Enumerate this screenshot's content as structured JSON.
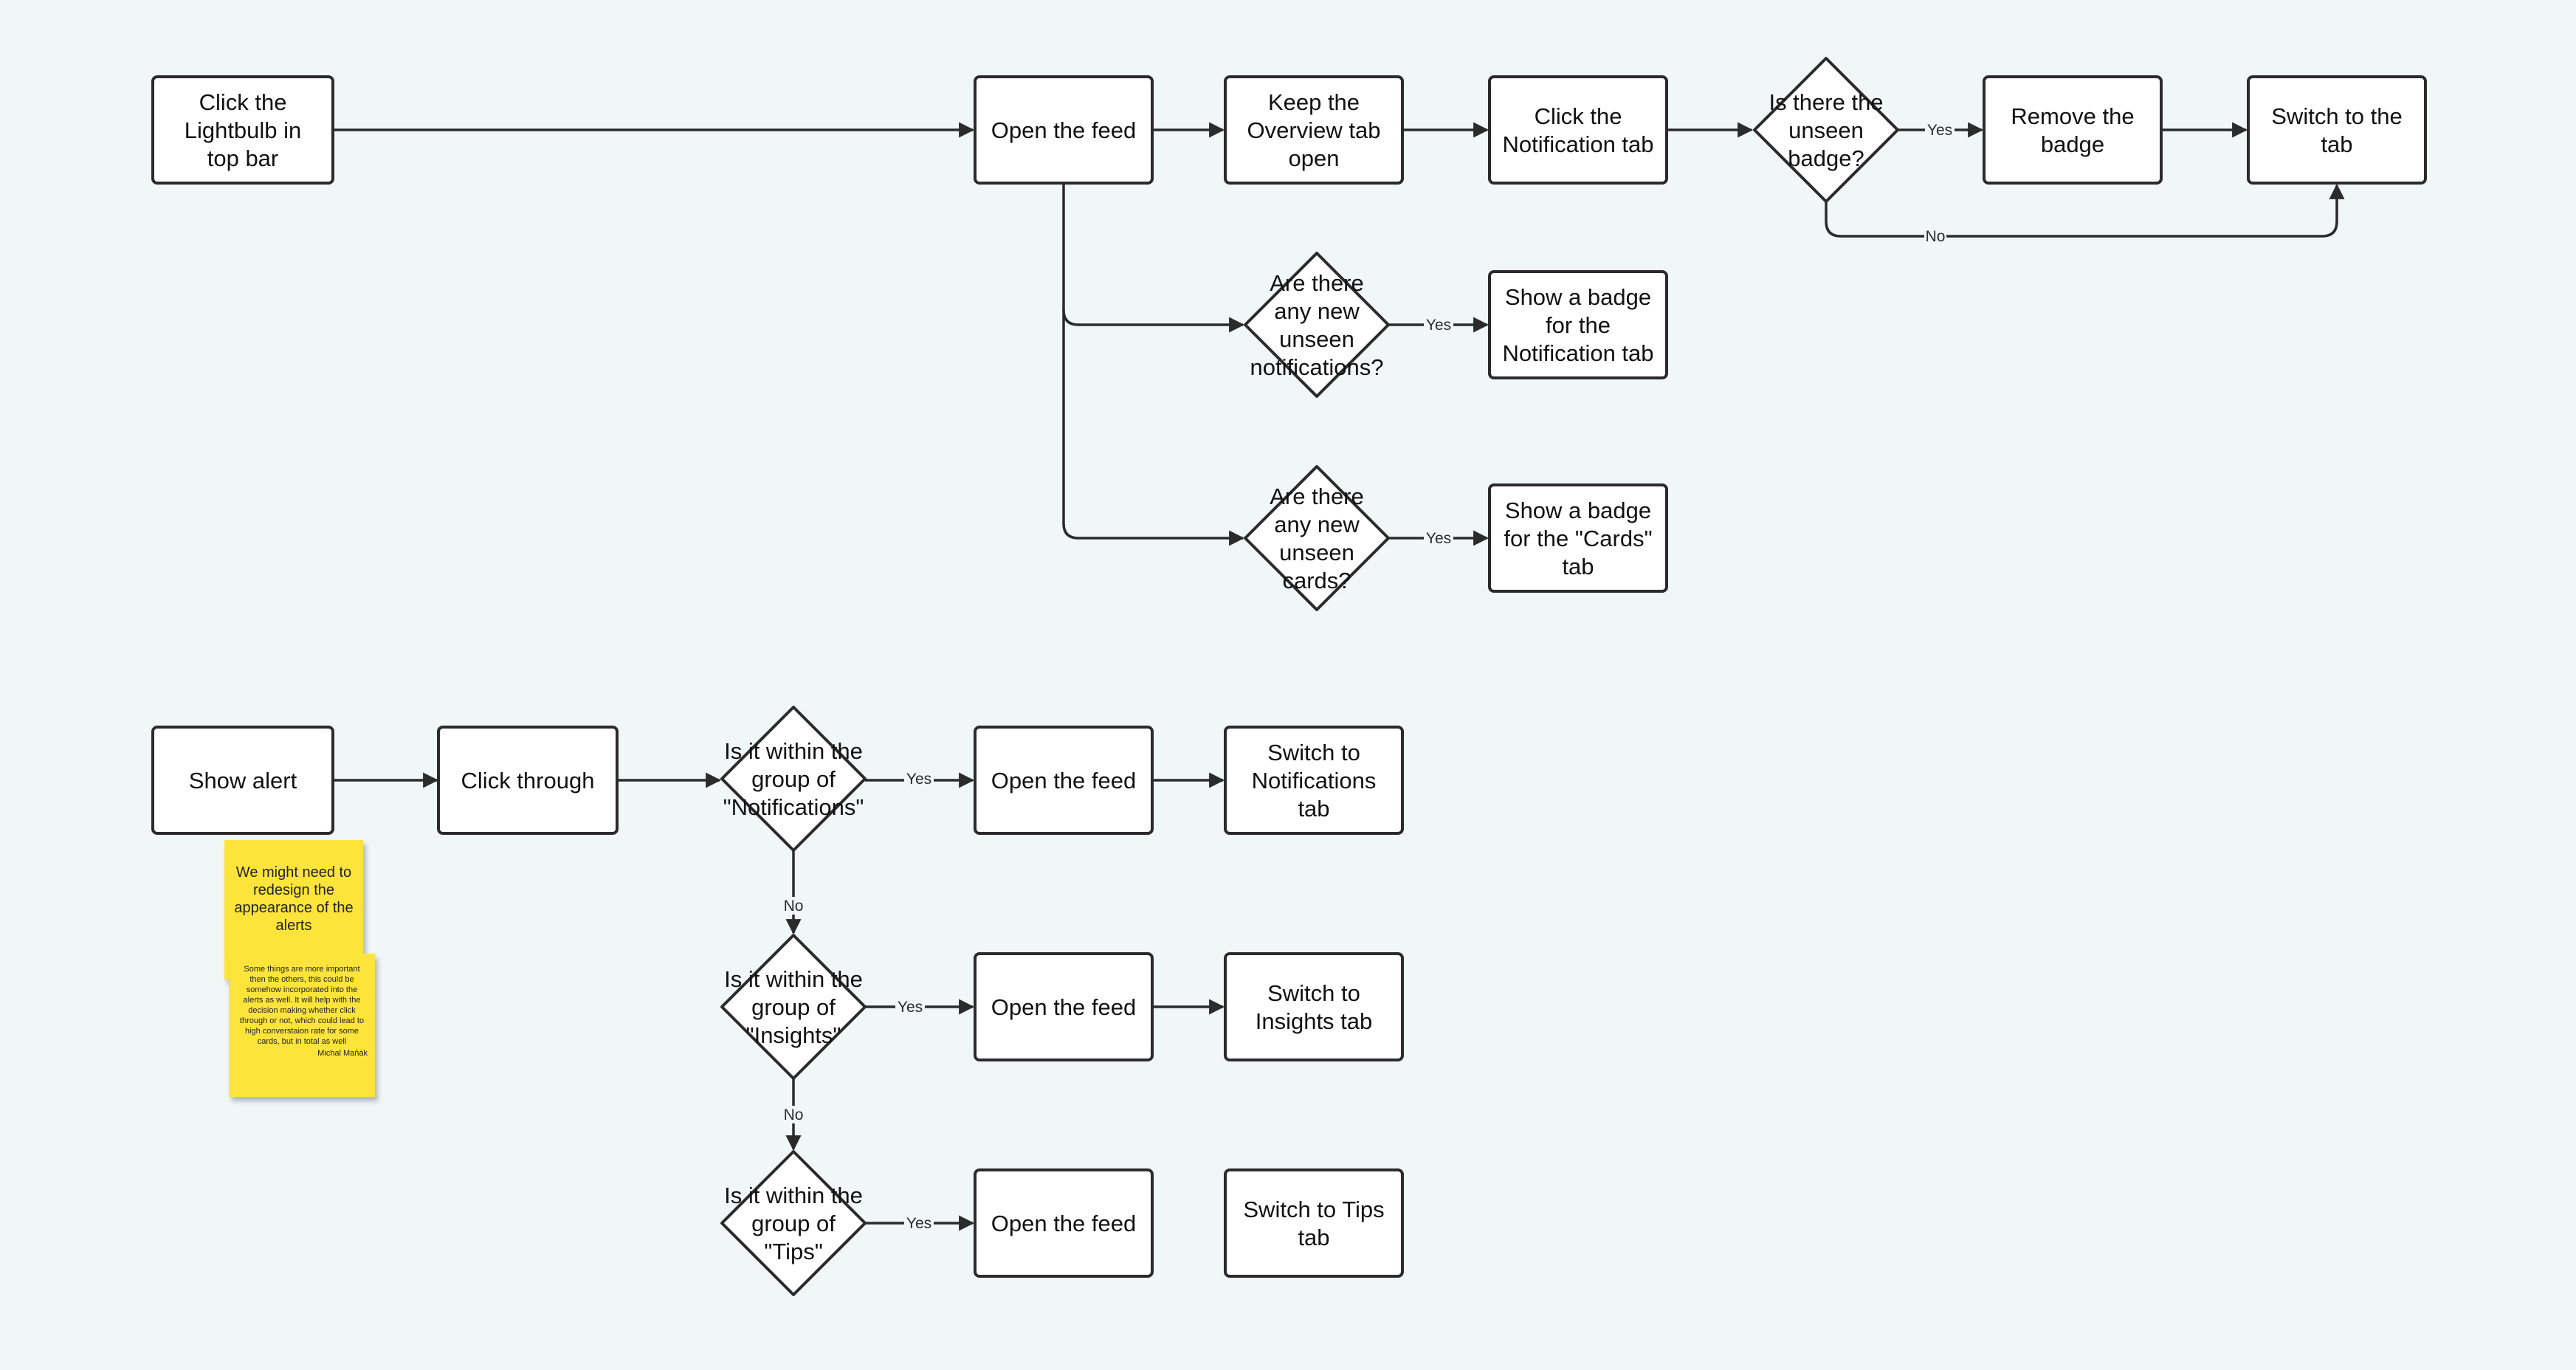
{
  "nodes": {
    "click_lightbulb": "Click the Lightbulb in top bar",
    "open_feed_top": "Open the feed",
    "keep_overview": "Keep the Overview tab open",
    "click_notification_tab": "Click the Notification tab",
    "is_unseen_badge": "Is there the unseen badge?",
    "remove_badge": "Remove the badge",
    "switch_to_tab": "Switch to the tab",
    "any_new_notifications": "Are there any new unseen notifications?",
    "show_badge_notification": "Show a badge for the Notification tab",
    "any_new_cards": "Are there any new unseen cards?",
    "show_badge_cards": "Show a badge for the \"Cards\" tab",
    "show_alert": "Show alert",
    "click_through": "Click through",
    "within_notifications": "Is it within the group of \"Notifications\"",
    "open_feed_notifications": "Open the feed",
    "switch_notifications": "Switch to Notifications tab",
    "within_insights": "Is it within the group of \"Insights\"",
    "open_feed_insights": "Open the feed",
    "switch_insights": "Switch to Insights tab",
    "within_tips": "Is it within the group of \"Tips\"",
    "open_feed_tips": "Open the feed",
    "switch_tips": "Switch to Tips tab"
  },
  "edge_labels": {
    "yes": "Yes",
    "no": "No"
  },
  "stickies": {
    "note1": "We might need to redesign the appearance of the alerts",
    "note2": "Some things are more important then the others, this could be somehow incorporated into the alerts as well. It will help with the decision making whether click through or not, which could lead to high converstaion rate for some cards, but in total as well",
    "note2_author": "Michal Maňák"
  },
  "colors": {
    "background": "#f1f6f6",
    "sticky": "#fde43a",
    "stroke": "#2b2b2b"
  }
}
